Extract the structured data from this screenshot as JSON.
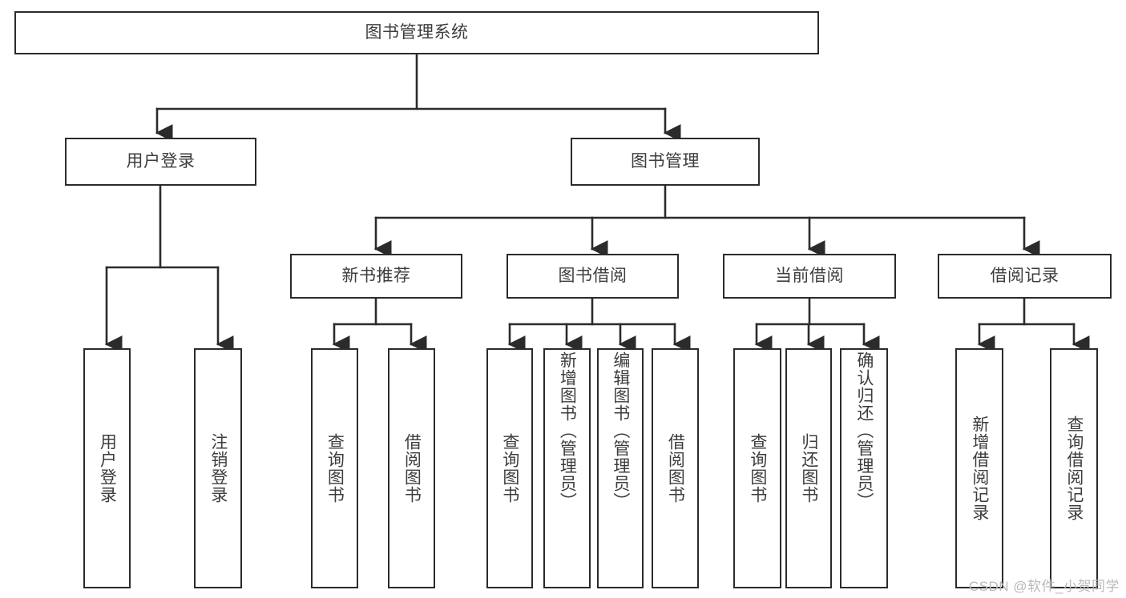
{
  "diagram": {
    "title": "图书管理系统",
    "type": "tree-hierarchy",
    "edge_color": "#2b2b2b",
    "box_border_color": "#2b2b2b",
    "text_color": "#3d3d3d",
    "background_color": "#ffffff"
  },
  "root": {
    "label": "图书管理系统"
  },
  "level2": [
    {
      "label": "用户登录"
    },
    {
      "label": "图书管理"
    }
  ],
  "level3": [
    {
      "label": "新书推荐"
    },
    {
      "label": "图书借阅"
    },
    {
      "label": "当前借阅"
    },
    {
      "label": "借阅记录"
    }
  ],
  "leaves": {
    "user_login": [
      {
        "label": "用户登录"
      },
      {
        "label": "注销登录"
      }
    ],
    "new_book_recommend": [
      {
        "label": "查询图书"
      },
      {
        "label": "借阅图书"
      }
    ],
    "book_borrow": [
      {
        "label": "查询图书"
      },
      {
        "label": "新增图书（管理员）"
      },
      {
        "label": "编辑图书（管理员）"
      },
      {
        "label": "借阅图书"
      }
    ],
    "current_borrow": [
      {
        "label": "查询图书"
      },
      {
        "label": "归还图书"
      },
      {
        "label": "确认归还（管理员）"
      }
    ],
    "borrow_record": [
      {
        "label": "新增借阅记录"
      },
      {
        "label": "查询借阅记录"
      }
    ]
  },
  "watermark": {
    "text": "CSDN @软件_小贺同学"
  }
}
